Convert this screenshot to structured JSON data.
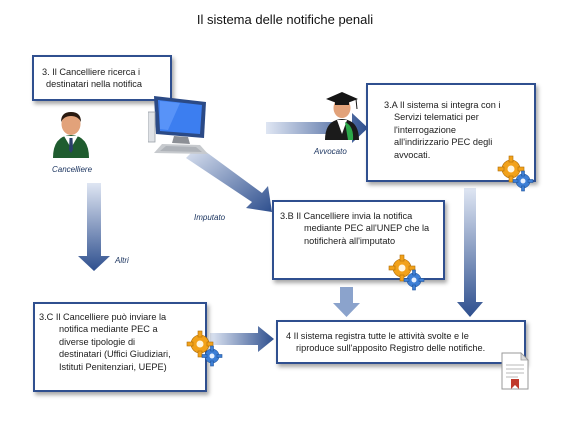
{
  "title": "Il sistema delle notifiche penali",
  "actors": {
    "cancelliere": "Cancelliere",
    "avvocato": "Avvocato",
    "imputato": "Imputato",
    "altri": "Altri"
  },
  "boxes": {
    "step3": [
      "3. Il Cancelliere ricerca i",
      "destinatari nella notifica"
    ],
    "step3a": [
      "3.A    Il sistema si integra con i",
      "Servizi telematici per",
      "l'interrogazione",
      "all'indirizzario PEC degli",
      "avvocati."
    ],
    "step3b": [
      "3.B    Il Cancelliere invia la notifica",
      "mediante PEC all'UNEP che la",
      "notificherà all'imputato"
    ],
    "step3c": [
      "3.C   Il Cancelliere può inviare la",
      "notifica mediante PEC a",
      "diverse tipologie di",
      "destinatari (Uffici Giudiziari,",
      "Istituti Penitenziari, UEPE)"
    ],
    "step4": [
      "4   Il sistema registra tutte le attività svolte e le",
      "riproduce sull'apposito Registro delle notifiche."
    ]
  },
  "colors": {
    "box_border": "#2f4f8f",
    "arrow_dark": "#2e4f8e",
    "arrow_light": "#c9d5ea",
    "gear_orange": "#f2a21b",
    "gear_blue": "#3d7fd6"
  },
  "icons": [
    "person-icon",
    "computer-icon",
    "lawyer-icon",
    "gear-icon",
    "document-icon"
  ]
}
